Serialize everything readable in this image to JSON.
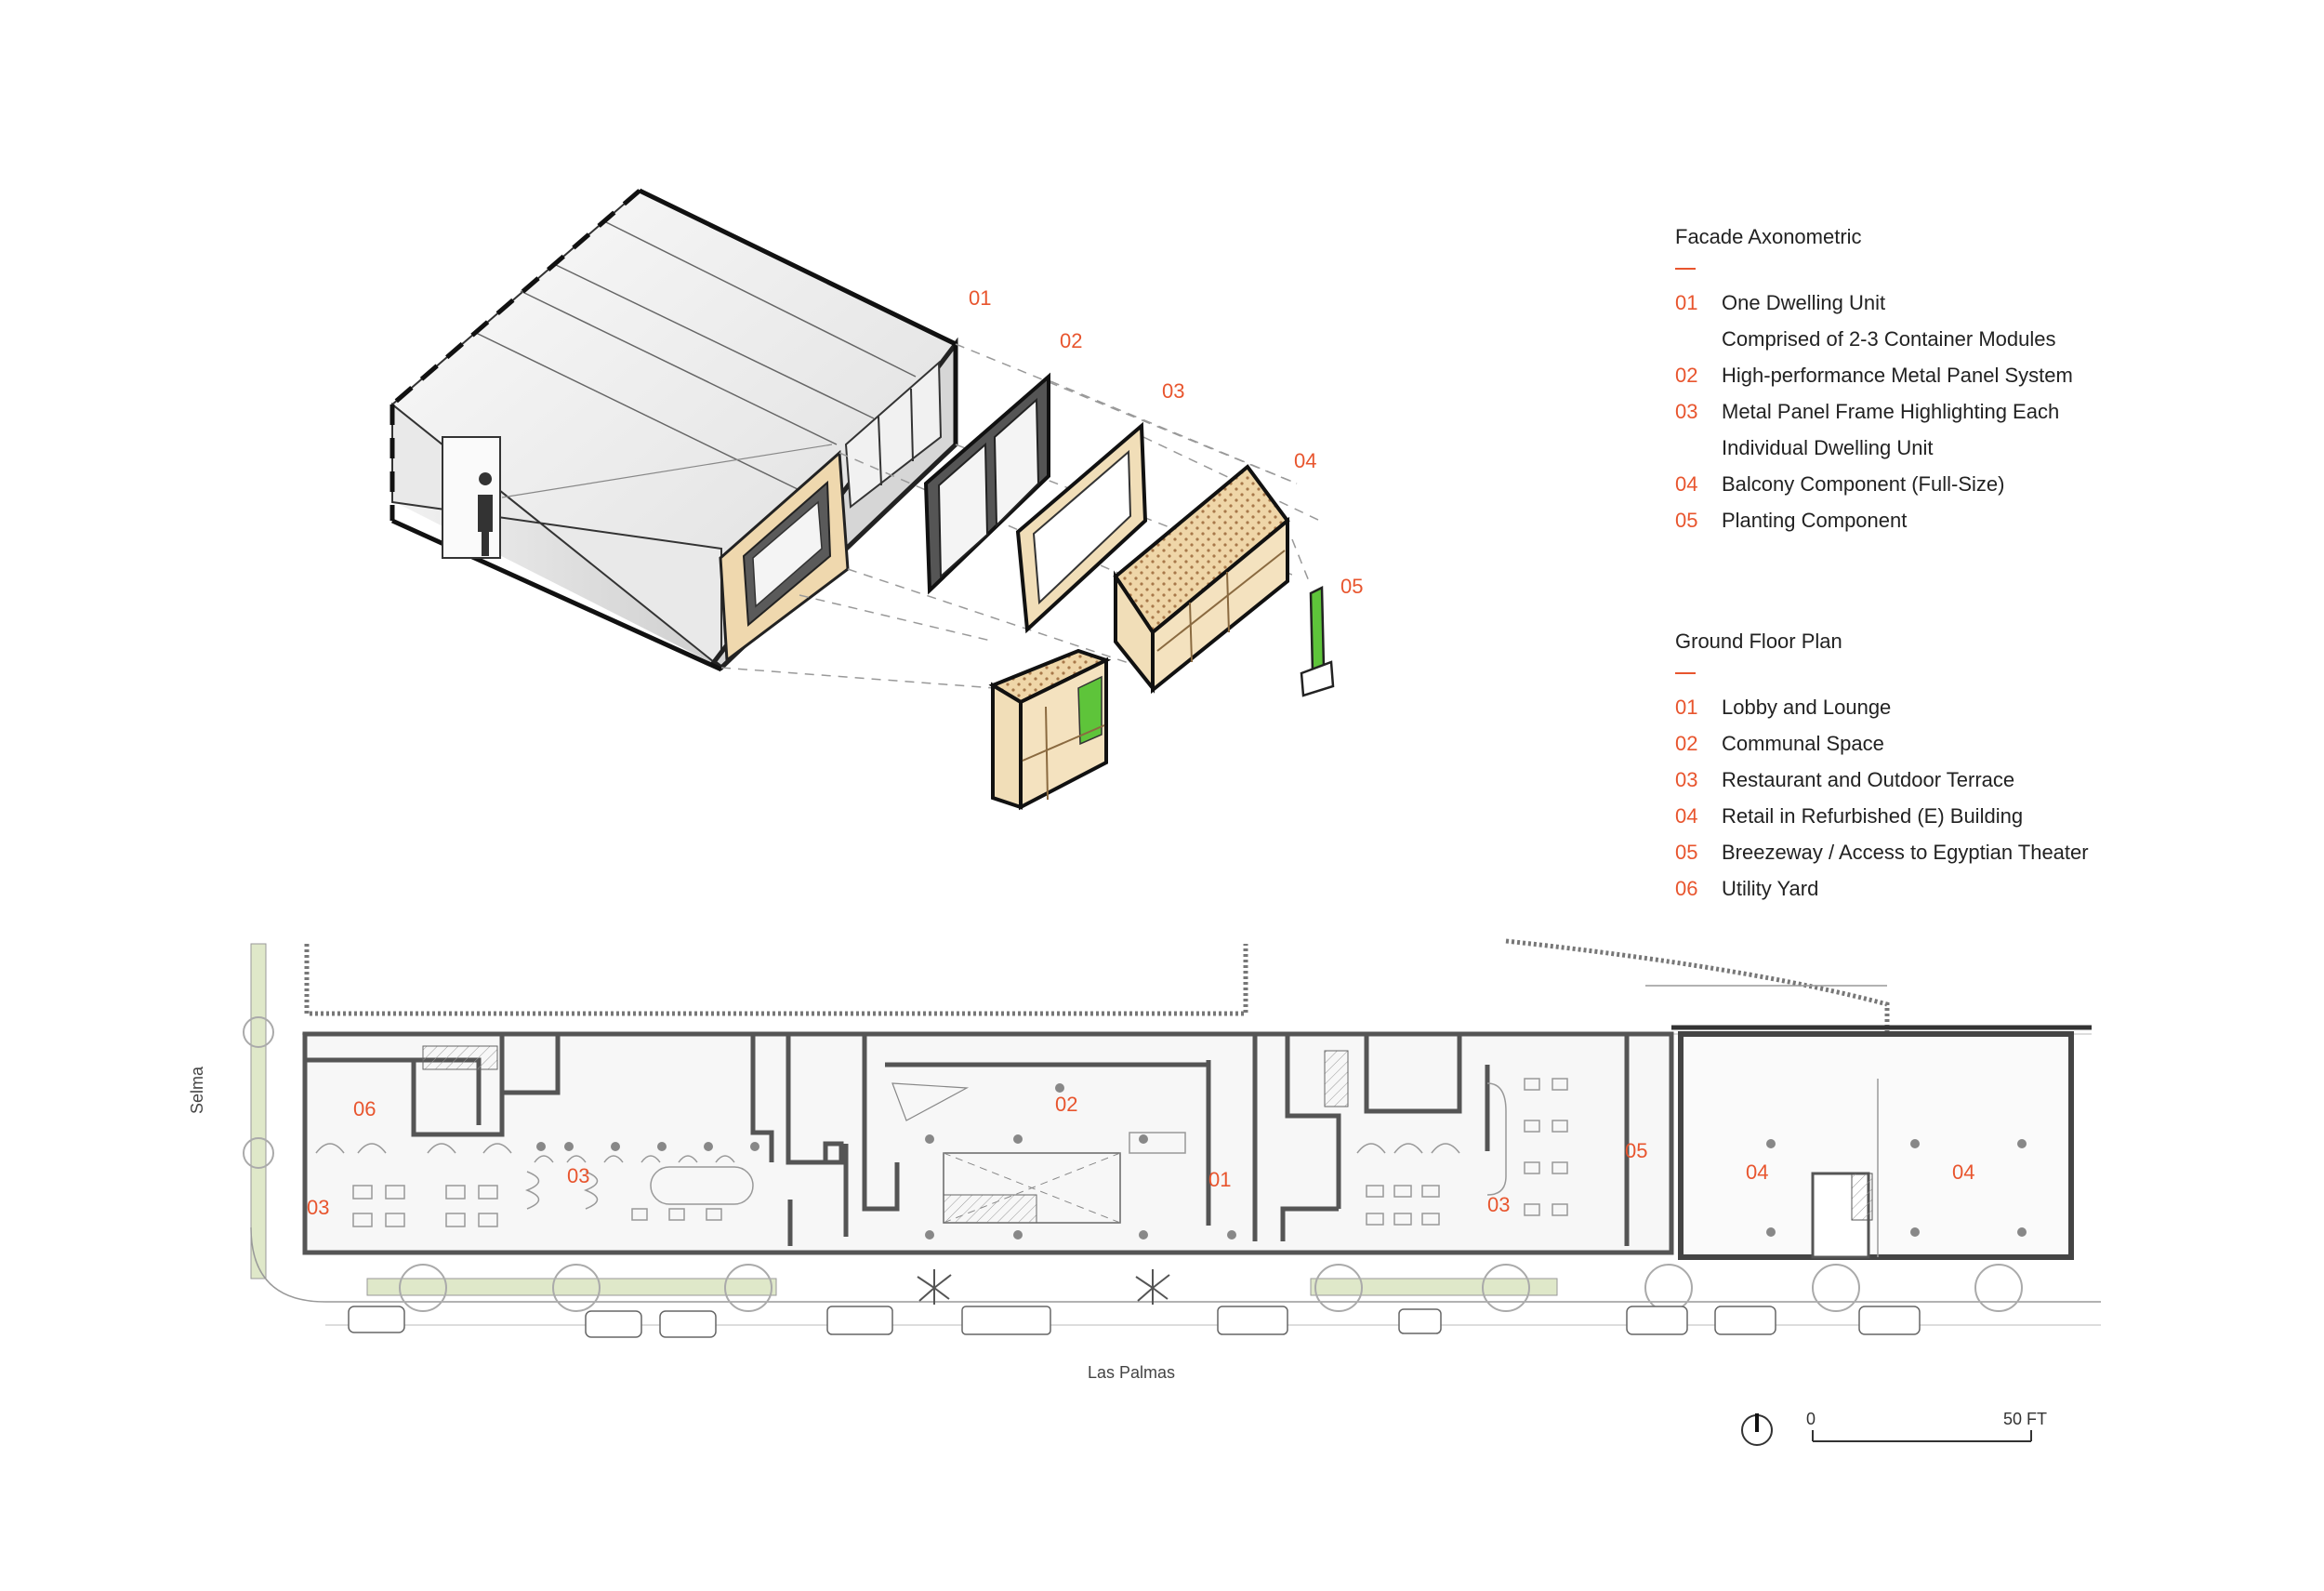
{
  "axonometric": {
    "title": "Facade Axonometric",
    "labels": [
      "01",
      "02",
      "03",
      "04",
      "05"
    ],
    "items": [
      {
        "num": "01",
        "text": "One Dwelling Unit"
      },
      {
        "num": "",
        "text": "Comprised of 2-3 Container Modules"
      },
      {
        "num": "02",
        "text": "High-performance Metal Panel System"
      },
      {
        "num": "03",
        "text": "Metal Panel Frame Highlighting Each"
      },
      {
        "num": "",
        "text": "Individual Dwelling Unit"
      },
      {
        "num": "04",
        "text": "Balcony Component (Full-Size)"
      },
      {
        "num": "05",
        "text": "Planting Component"
      }
    ]
  },
  "plan": {
    "title": "Ground Floor Plan",
    "items": [
      {
        "num": "01",
        "text": "Lobby and Lounge"
      },
      {
        "num": "02",
        "text": "Communal Space"
      },
      {
        "num": "03",
        "text": "Restaurant and Outdoor Terrace"
      },
      {
        "num": "04",
        "text": "Retail in Refurbished (E) Building"
      },
      {
        "num": "05",
        "text": "Breezeway / Access to Egyptian Theater"
      },
      {
        "num": "06",
        "text": "Utility Yard"
      }
    ],
    "room_labels": {
      "utility": "06",
      "restaurant_west": "03",
      "restaurant_mid": "03",
      "communal": "02",
      "lobby": "01",
      "restaurant_east": "03",
      "breezeway": "05",
      "retail_west": "04",
      "retail_east": "04"
    },
    "street_west": "Selma",
    "street_south": "Las Palmas"
  },
  "scale_bar": {
    "start": "0",
    "end": "50 FT"
  },
  "colors": {
    "accent": "#e8552e",
    "wood": "#f1deb8",
    "planting": "#5ec43a",
    "sidewalk_green": "#dfe8c9",
    "wall": "#555555"
  }
}
